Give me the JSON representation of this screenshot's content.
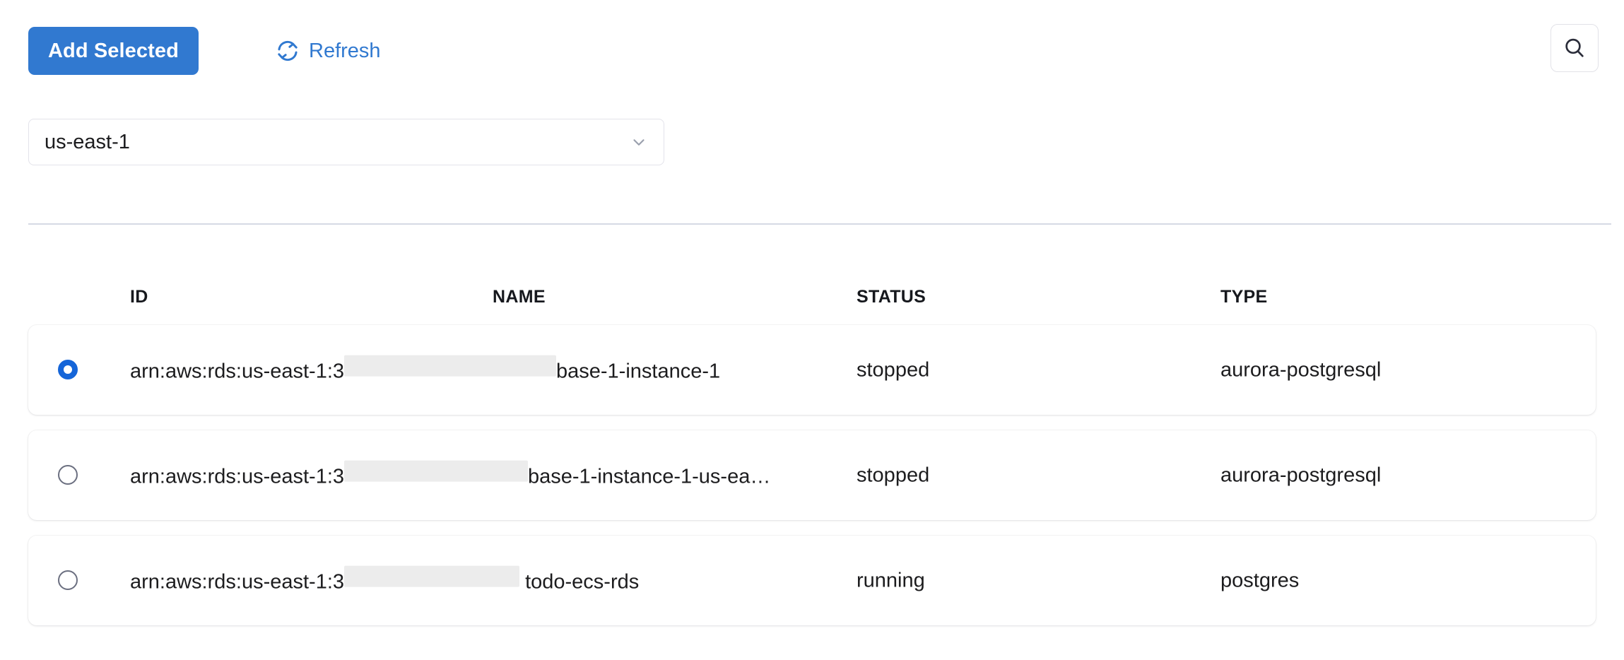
{
  "toolbar": {
    "add_selected_label": "Add Selected",
    "refresh_label": "Refresh",
    "refresh_icon": "refresh-icon",
    "search_icon": "search-icon",
    "accent_color": "#3179d0"
  },
  "region_select": {
    "value": "us-east-1",
    "chevron_icon": "chevron-down-icon"
  },
  "table": {
    "columns": [
      {
        "key": "id",
        "label": "ID"
      },
      {
        "key": "name",
        "label": "NAME"
      },
      {
        "key": "status",
        "label": "STATUS"
      },
      {
        "key": "type",
        "label": "TYPE"
      }
    ],
    "rows": [
      {
        "selected": true,
        "id_prefix": "arn:aws:rds:us-east-1:3",
        "id_redacted": "redacted-account-id",
        "id_suffix": "base-1-instance-1",
        "status": "stopped",
        "type": "aurora-postgresql"
      },
      {
        "selected": false,
        "id_prefix": "arn:aws:rds:us-east-1:3",
        "id_redacted": "redacted-account-id",
        "id_suffix": "base-1-instance-1-us-ea…",
        "status": "stopped",
        "type": "aurora-postgresql"
      },
      {
        "selected": false,
        "id_prefix": "arn:aws:rds:us-east-1:3",
        "id_redacted": "redacted-account-id",
        "id_suffix": " todo-ecs-rds",
        "status": "running",
        "type": "postgres"
      }
    ]
  }
}
